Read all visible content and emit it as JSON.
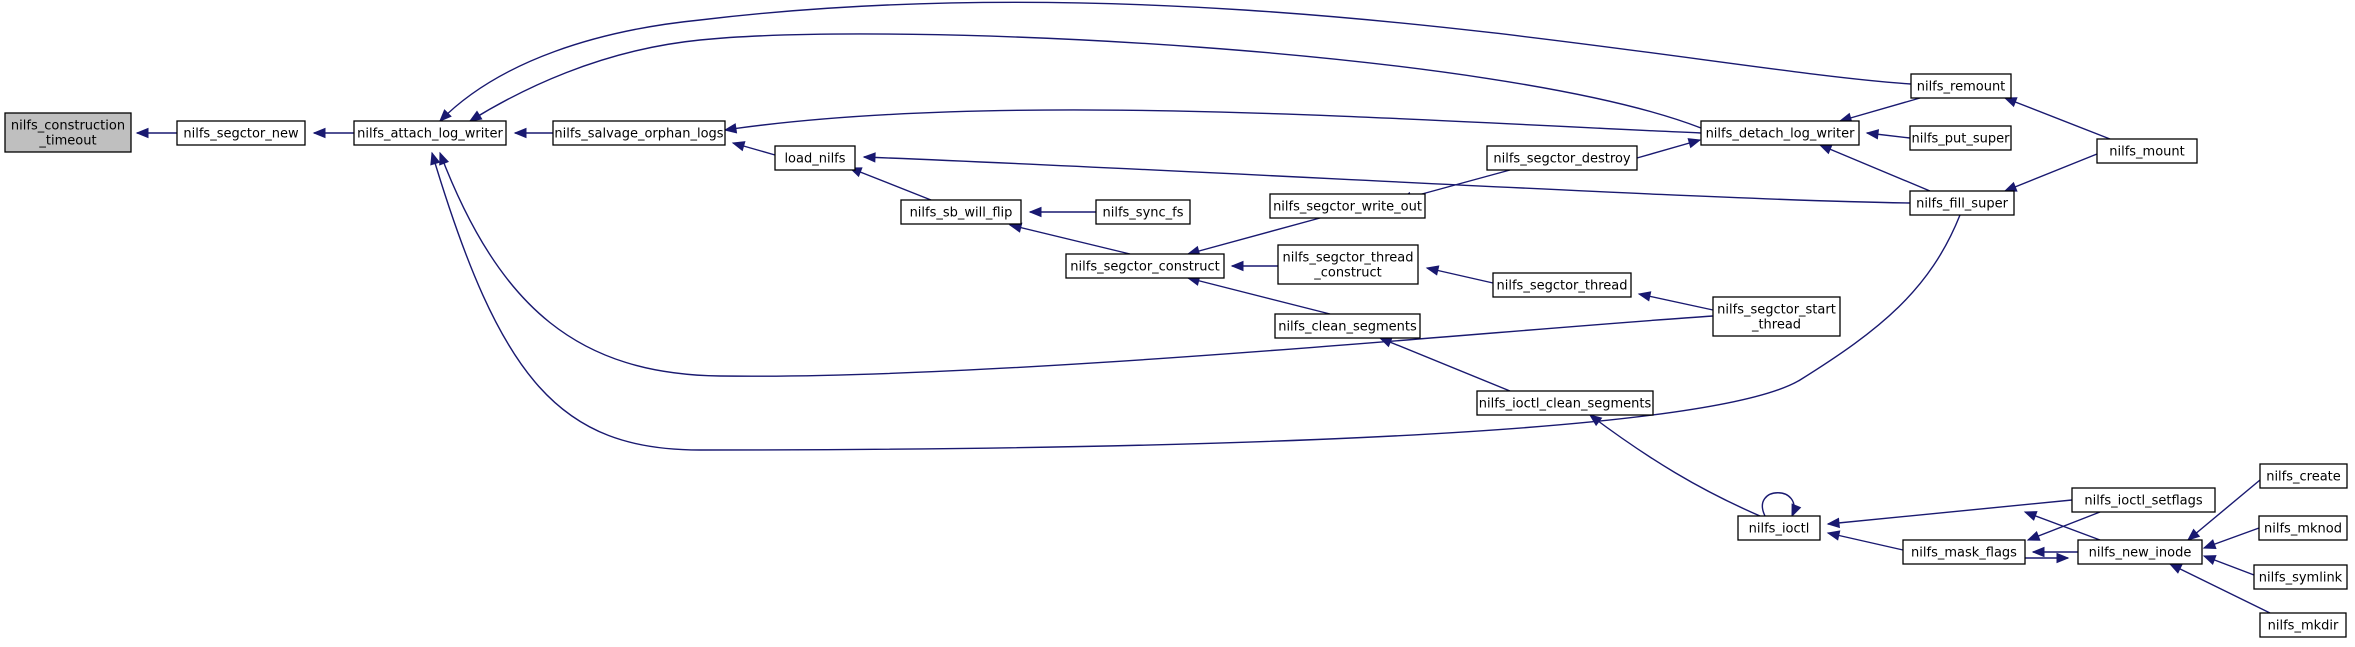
{
  "graph": {
    "edge_color": "#191970",
    "highlight_color": "#bfbfbf",
    "nodes": [
      {
        "id": "construction_timeout",
        "label": [
          "nilfs_construction",
          "_timeout"
        ],
        "current": true
      },
      {
        "id": "segctor_new",
        "label": [
          "nilfs_segctor_new"
        ]
      },
      {
        "id": "attach_log_writer",
        "label": [
          "nilfs_attach_log_writer"
        ]
      },
      {
        "id": "salvage_orphan_logs",
        "label": [
          "nilfs_salvage_orphan_logs"
        ]
      },
      {
        "id": "load_nilfs",
        "label": [
          "load_nilfs"
        ]
      },
      {
        "id": "sb_will_flip",
        "label": [
          "nilfs_sb_will_flip"
        ]
      },
      {
        "id": "sync_fs",
        "label": [
          "nilfs_sync_fs"
        ]
      },
      {
        "id": "segctor_construct",
        "label": [
          "nilfs_segctor_construct"
        ]
      },
      {
        "id": "segctor_write_out",
        "label": [
          "nilfs_segctor_write_out"
        ]
      },
      {
        "id": "segctor_thread_construct",
        "label": [
          "nilfs_segctor_thread",
          "_construct"
        ]
      },
      {
        "id": "clean_segments",
        "label": [
          "nilfs_clean_segments"
        ]
      },
      {
        "id": "segctor_destroy",
        "label": [
          "nilfs_segctor_destroy"
        ]
      },
      {
        "id": "segctor_thread",
        "label": [
          "nilfs_segctor_thread"
        ]
      },
      {
        "id": "ioctl_clean_segments",
        "label": [
          "nilfs_ioctl_clean_segments"
        ]
      },
      {
        "id": "detach_log_writer",
        "label": [
          "nilfs_detach_log_writer"
        ]
      },
      {
        "id": "segctor_start_thread",
        "label": [
          "nilfs_segctor_start",
          "_thread"
        ]
      },
      {
        "id": "ioctl",
        "label": [
          "nilfs_ioctl"
        ]
      },
      {
        "id": "remount",
        "label": [
          "nilfs_remount"
        ]
      },
      {
        "id": "put_super",
        "label": [
          "nilfs_put_super"
        ]
      },
      {
        "id": "fill_super",
        "label": [
          "nilfs_fill_super"
        ]
      },
      {
        "id": "ioctl_setflags",
        "label": [
          "nilfs_ioctl_setflags"
        ]
      },
      {
        "id": "mask_flags",
        "label": [
          "nilfs_mask_flags"
        ]
      },
      {
        "id": "mount",
        "label": [
          "nilfs_mount"
        ]
      },
      {
        "id": "new_inode",
        "label": [
          "nilfs_new_inode"
        ]
      },
      {
        "id": "create",
        "label": [
          "nilfs_create"
        ]
      },
      {
        "id": "mknod",
        "label": [
          "nilfs_mknod"
        ]
      },
      {
        "id": "symlink",
        "label": [
          "nilfs_symlink"
        ]
      },
      {
        "id": "mkdir",
        "label": [
          "nilfs_mkdir"
        ]
      }
    ]
  }
}
